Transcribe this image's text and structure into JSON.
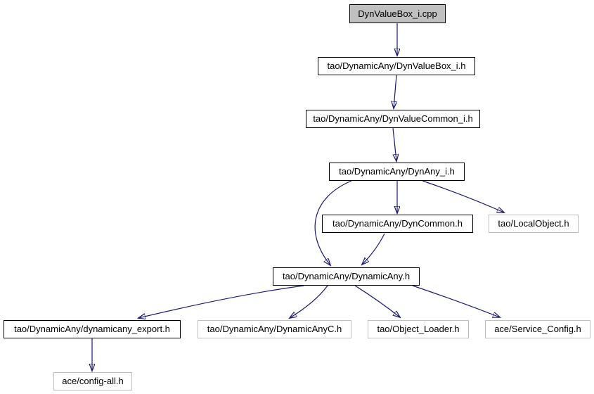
{
  "diagram": {
    "kind": "include-dependency-graph",
    "colors": {
      "background": "#ffffff",
      "edge": "#191970",
      "node_border": "#000000",
      "leaf_node_border": "#bebebe",
      "root_node_fill": "#c0c0c0",
      "node_fill": "#ffffff",
      "text": "#000000"
    },
    "nodes": [
      {
        "label": "DynValueBox_i.cpp",
        "kind": "root"
      },
      {
        "label": "tao/DynamicAny/DynValueBox_i.h",
        "kind": "internal"
      },
      {
        "label": "tao/DynamicAny/DynValueCommon_i.h",
        "kind": "internal"
      },
      {
        "label": "tao/DynamicAny/DynAny_i.h",
        "kind": "internal"
      },
      {
        "label": "tao/DynamicAny/DynCommon.h",
        "kind": "internal"
      },
      {
        "label": "tao/LocalObject.h",
        "kind": "leaf"
      },
      {
        "label": "tao/DynamicAny/DynamicAny.h",
        "kind": "internal"
      },
      {
        "label": "tao/DynamicAny/dynamicany_export.h",
        "kind": "internal"
      },
      {
        "label": "tao/DynamicAny/DynamicAnyC.h",
        "kind": "leaf"
      },
      {
        "label": "tao/Object_Loader.h",
        "kind": "leaf"
      },
      {
        "label": "ace/Service_Config.h",
        "kind": "leaf"
      },
      {
        "label": "ace/config-all.h",
        "kind": "leaf"
      }
    ],
    "edges": [
      {
        "from": "DynValueBox_i.cpp",
        "to": "tao/DynamicAny/DynValueBox_i.h"
      },
      {
        "from": "tao/DynamicAny/DynValueBox_i.h",
        "to": "tao/DynamicAny/DynValueCommon_i.h"
      },
      {
        "from": "tao/DynamicAny/DynValueCommon_i.h",
        "to": "tao/DynamicAny/DynAny_i.h"
      },
      {
        "from": "tao/DynamicAny/DynAny_i.h",
        "to": "tao/DynamicAny/DynCommon.h"
      },
      {
        "from": "tao/DynamicAny/DynAny_i.h",
        "to": "tao/LocalObject.h"
      },
      {
        "from": "tao/DynamicAny/DynAny_i.h",
        "to": "tao/DynamicAny/DynamicAny.h"
      },
      {
        "from": "tao/DynamicAny/DynCommon.h",
        "to": "tao/DynamicAny/DynamicAny.h"
      },
      {
        "from": "tao/DynamicAny/DynamicAny.h",
        "to": "tao/DynamicAny/dynamicany_export.h"
      },
      {
        "from": "tao/DynamicAny/DynamicAny.h",
        "to": "tao/DynamicAny/DynamicAnyC.h"
      },
      {
        "from": "tao/DynamicAny/DynamicAny.h",
        "to": "tao/Object_Loader.h"
      },
      {
        "from": "tao/DynamicAny/DynamicAny.h",
        "to": "ace/Service_Config.h"
      },
      {
        "from": "tao/DynamicAny/dynamicany_export.h",
        "to": "ace/config-all.h"
      }
    ]
  }
}
